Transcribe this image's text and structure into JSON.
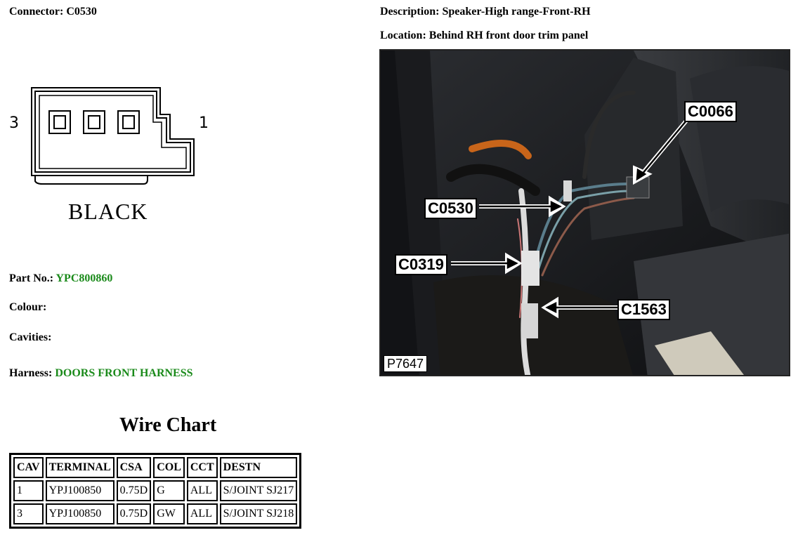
{
  "connector": {
    "label": "Connector:",
    "value": "C0530"
  },
  "description": {
    "label": "Description:",
    "value": "Speaker-High range-Front-RH"
  },
  "location": {
    "label": "Location:",
    "value": "Behind RH front door trim panel"
  },
  "diagram": {
    "pin_left": "3",
    "pin_right": "1",
    "colour_text": "BLACK"
  },
  "part_no": {
    "label": "Part No.:",
    "value": "YPC800860"
  },
  "colour": {
    "label": "Colour:"
  },
  "cavities": {
    "label": "Cavities:"
  },
  "harness": {
    "label": "Harness:",
    "value": "DOORS FRONT HARNESS"
  },
  "wire_chart": {
    "title": "Wire Chart",
    "headers": [
      "CAV",
      "TERMINAL",
      "CSA",
      "COL",
      "CCT",
      "DESTN"
    ],
    "rows": [
      [
        "1",
        "YPJ100850",
        "0.75D",
        "G",
        "ALL",
        "S/JOINT SJ217"
      ],
      [
        "3",
        "YPJ100850",
        "0.75D",
        "GW",
        "ALL",
        "S/JOINT SJ218"
      ]
    ]
  },
  "photo": {
    "callouts": {
      "c0066": "C0066",
      "c0530": "C0530",
      "c0319": "C0319",
      "c1563": "C1563"
    },
    "code": "P7647"
  },
  "colors": {
    "link_green": "#1a8a1a"
  }
}
